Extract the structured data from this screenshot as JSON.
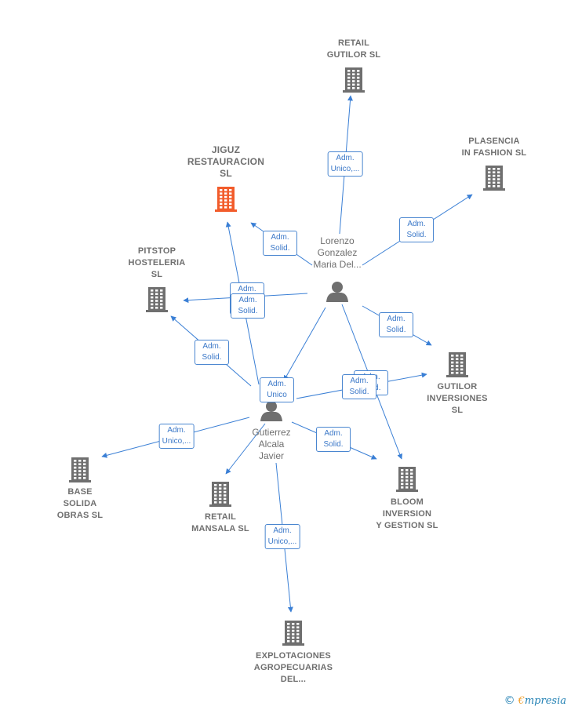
{
  "colors": {
    "edge": "#3a7fd5",
    "company": "#6f6f6f",
    "highlight": "#f25c2b",
    "person": "#6f6f6f"
  },
  "companies": [
    {
      "id": "retail_gutilor",
      "label": "RETAIL\nGUTILOR  SL",
      "highlight": false
    },
    {
      "id": "plasencia",
      "label": "PLASENCIA\nIN FASHION SL",
      "highlight": false
    },
    {
      "id": "jiguz",
      "label": "JIGUZ\nRESTAURACION\nSL",
      "highlight": true
    },
    {
      "id": "pitstop",
      "label": "PITSTOP\nHOSTELERIA\nSL",
      "highlight": false
    },
    {
      "id": "gutilor_inv",
      "label": "GUTILOR\nINVERSIONES\nSL",
      "highlight": false
    },
    {
      "id": "base_solida",
      "label": "BASE\nSOLIDA\nOBRAS  SL",
      "highlight": false
    },
    {
      "id": "retail_mansala",
      "label": "RETAIL\nMANSALA  SL",
      "highlight": false
    },
    {
      "id": "bloom",
      "label": "BLOOM\nINVERSION\nY GESTION  SL",
      "highlight": false
    },
    {
      "id": "explotaciones",
      "label": "EXPLOTACIONES\nAGROPECUARIAS\nDEL...",
      "highlight": false
    }
  ],
  "persons": [
    {
      "id": "lorenzo",
      "label": "Lorenzo\nGonzalez\nMaria Del..."
    },
    {
      "id": "gutierrez",
      "label": "Gutierrez\nAlcala\nJavier"
    }
  ],
  "edges": [
    {
      "from": "lorenzo",
      "to": "retail_gutilor",
      "label": "Adm.\nUnico,..."
    },
    {
      "from": "lorenzo",
      "to": "plasencia",
      "label": "Adm.\nSolid."
    },
    {
      "from": "lorenzo",
      "to": "jiguz",
      "label": "Adm.\nSolid."
    },
    {
      "from": "lorenzo",
      "to": "pitstop",
      "label": "Adm.\nSolid."
    },
    {
      "from": "lorenzo",
      "to": "gutilor_inv",
      "label": "Adm.\nSolid."
    },
    {
      "from": "lorenzo",
      "to": "bloom",
      "label": "Adm.\nSolid."
    },
    {
      "from": "lorenzo",
      "to": "base_solida",
      "label": "Adm.\nUnico"
    },
    {
      "from": "gutierrez",
      "to": "jiguz",
      "label": "Adm.\nSolid."
    },
    {
      "from": "gutierrez",
      "to": "pitstop",
      "label": "Adm.\nSolid."
    },
    {
      "from": "gutierrez",
      "to": "gutilor_inv",
      "label": "Adm.\nSolid."
    },
    {
      "from": "gutierrez",
      "to": "base_solida",
      "label": "Adm.\nUnico,..."
    },
    {
      "from": "gutierrez",
      "to": "retail_mansala",
      "label": "Adm.\nSolid."
    },
    {
      "from": "gutierrez",
      "to": "bloom",
      "label": "Adm.\nSolid."
    },
    {
      "from": "gutierrez",
      "to": "explotaciones",
      "label": "Adm.\nUnico,..."
    }
  ],
  "brand": {
    "copyright": "©",
    "first": "€",
    "rest": "mpresia"
  }
}
